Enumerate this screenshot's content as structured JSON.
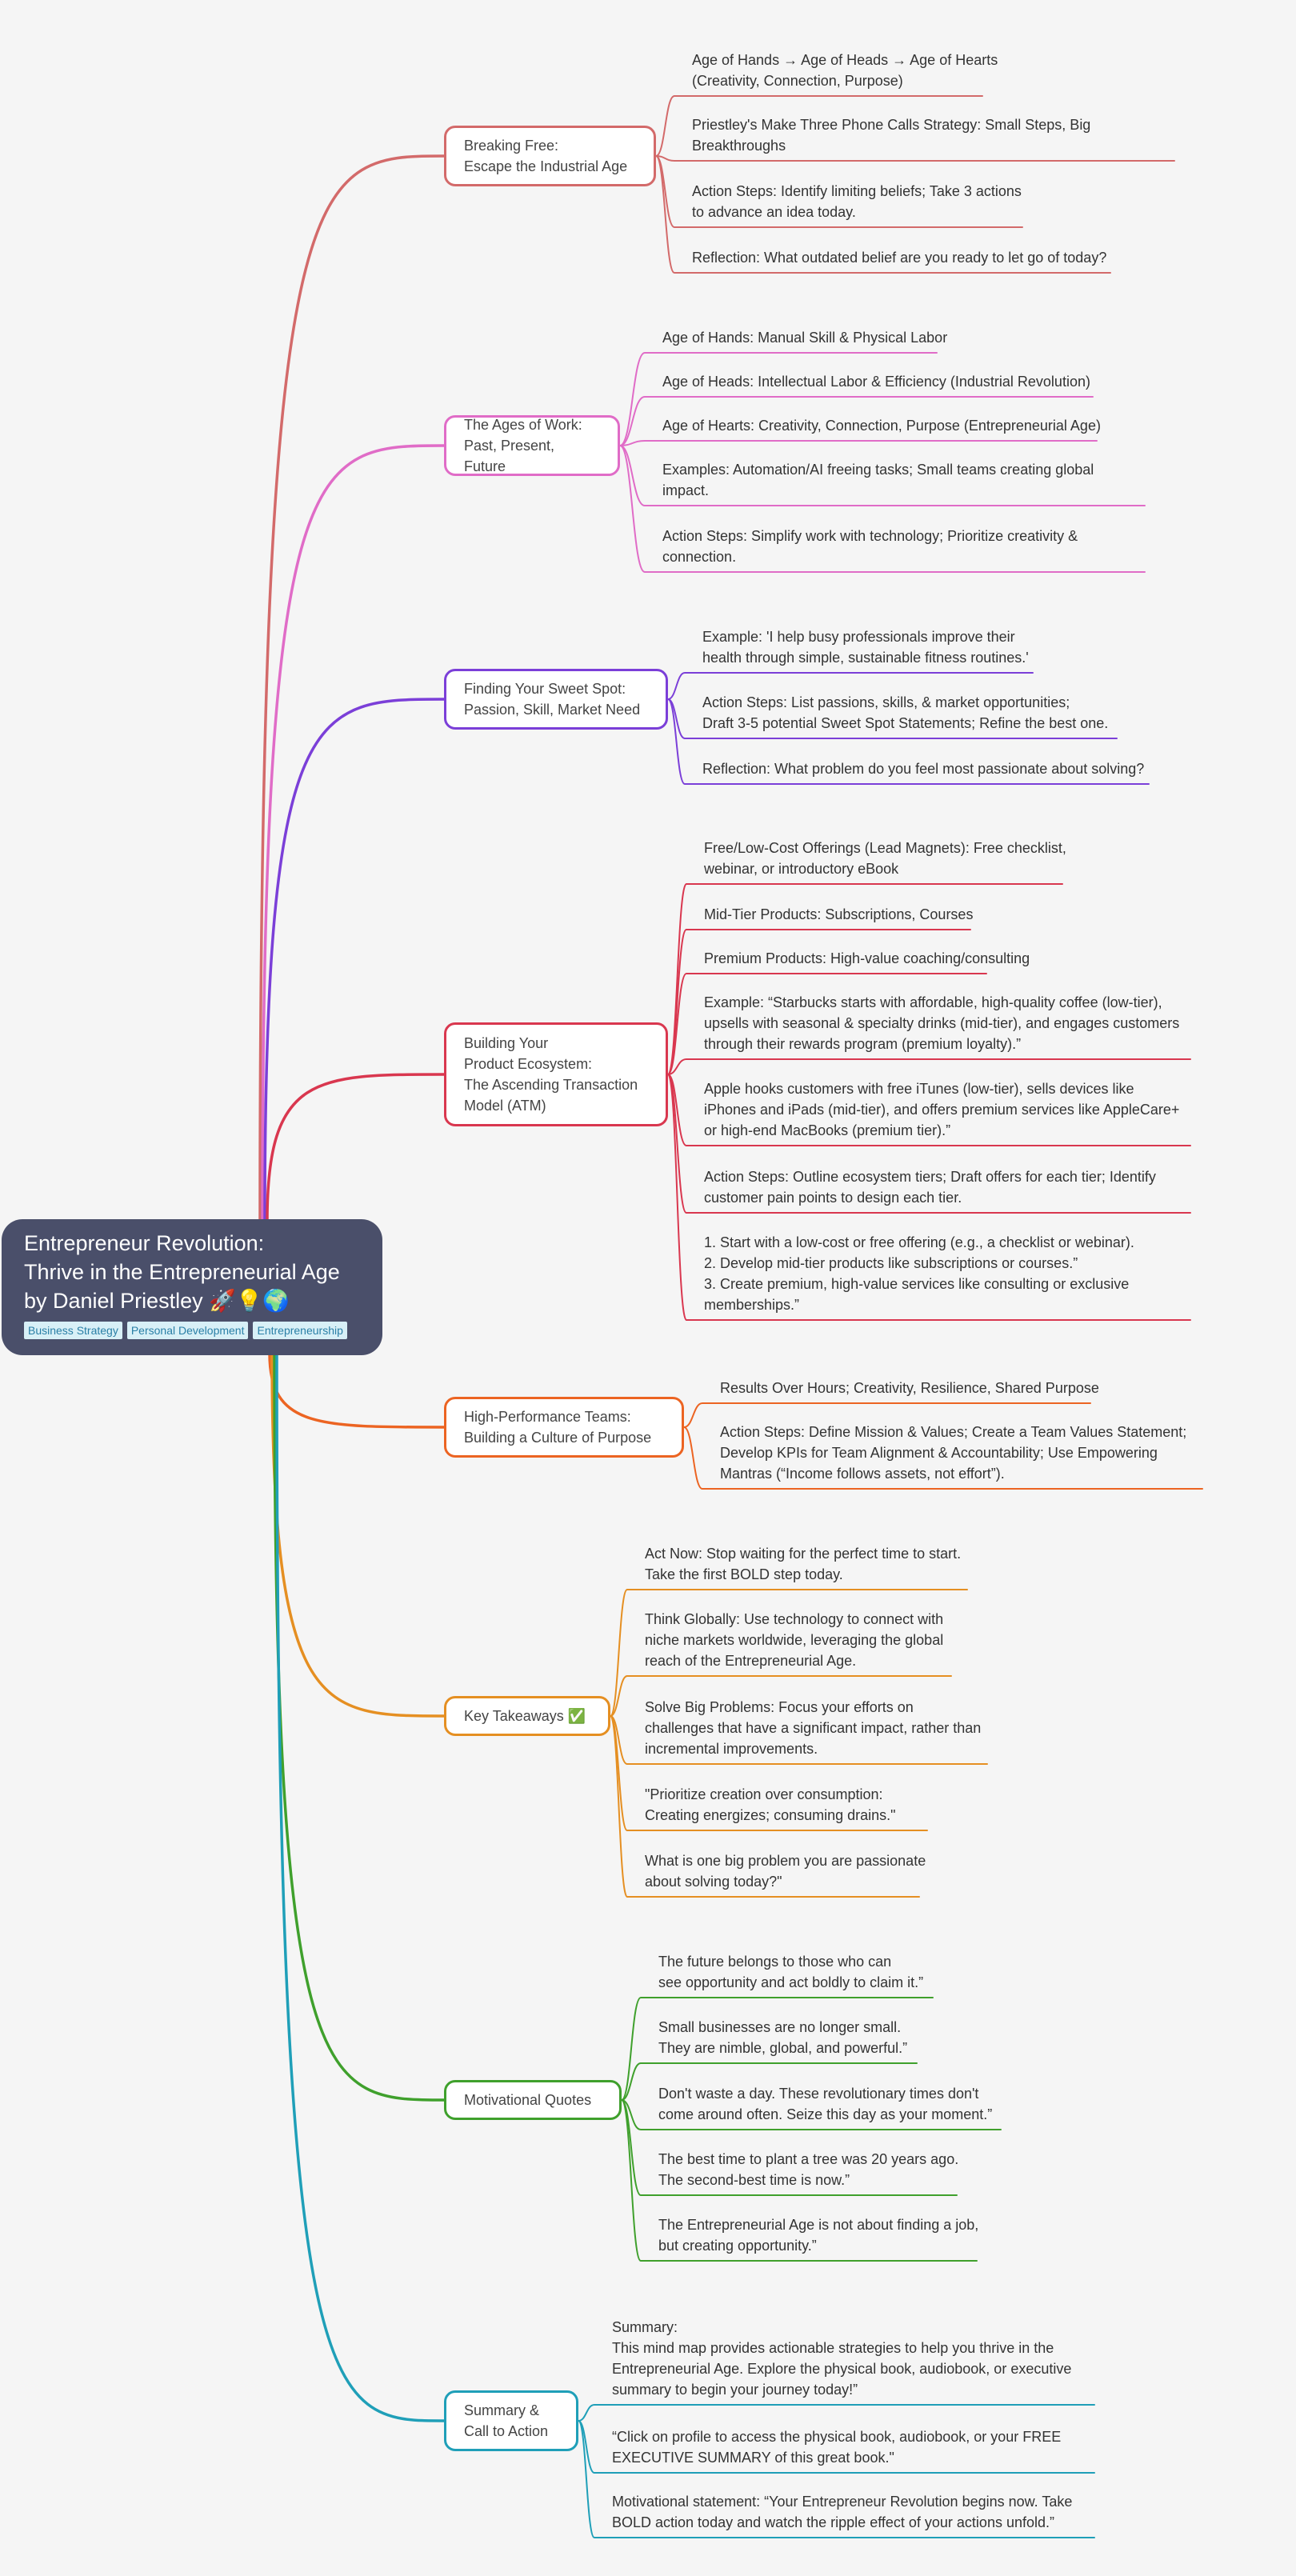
{
  "root": {
    "title": "Entrepreneur Revolution:\nThrive in the Entrepreneurial Age\nby Daniel Priestley 🚀💡🌍",
    "tags": [
      "Business Strategy",
      "Personal Development",
      "Entrepreneurship"
    ]
  },
  "colors": {
    "b0": "#d36a6a",
    "b1": "#e06cc7",
    "b2": "#7b3fd8",
    "b3": "#d9374f",
    "b4": "#ec6422",
    "b5": "#e58f22",
    "b6": "#3fa02c",
    "b7": "#1f9fb8"
  },
  "branches": [
    {
      "label": "Breaking Free:\nEscape the Industrial Age",
      "children": [
        "Age of Hands → Age of Heads → Age of Hearts\n(Creativity, Connection, Purpose)",
        "Priestley's Make Three Phone Calls Strategy: Small Steps, Big\nBreakthroughs",
        "Action Steps: Identify limiting beliefs; Take 3 actions\nto advance an idea today.",
        "Reflection: What outdated belief are you ready to let go of today?"
      ]
    },
    {
      "label": "The Ages of Work:\nPast, Present, Future",
      "children": [
        "Age of Hands: Manual Skill & Physical Labor",
        "Age of Heads: Intellectual Labor & Efficiency (Industrial Revolution)",
        "Age of Hearts: Creativity, Connection, Purpose (Entrepreneurial Age)",
        "Examples: Automation/AI freeing tasks; Small teams creating global\nimpact.",
        "Action Steps: Simplify work with technology; Prioritize creativity &\nconnection."
      ]
    },
    {
      "label": "Finding Your Sweet Spot:\nPassion, Skill, Market Need",
      "children": [
        "Example: 'I help busy professionals improve their\nhealth through simple, sustainable fitness routines.'",
        "Action Steps: List passions, skills, & market opportunities;\nDraft 3-5 potential Sweet Spot Statements; Refine the best one.",
        "Reflection: What problem do you feel most passionate about solving?"
      ]
    },
    {
      "label": "Building Your\nProduct Ecosystem:\nThe Ascending Transaction\nModel (ATM)",
      "children": [
        "Free/Low-Cost Offerings (Lead Magnets): Free checklist,\nwebinar, or introductory eBook",
        "Mid-Tier Products: Subscriptions, Courses",
        "Premium Products: High-value coaching/consulting",
        "Example:   “Starbucks starts with affordable, high-quality coffee (low-tier),\nupsells with seasonal & specialty drinks (mid-tier), and engages customers\nthrough their rewards program (premium loyalty).”",
        "Apple hooks customers with free iTunes (low-tier), sells devices like\niPhones and iPads (mid-tier), and offers premium services like AppleCare+\nor high-end MacBooks (premium tier).”",
        "Action Steps: Outline ecosystem tiers; Draft offers for each tier; Identify\ncustomer pain points to design each tier.",
        "1. Start with a low-cost or free offering (e.g., a checklist or webinar).\n2. Develop mid-tier products like subscriptions or courses.”\n3. Create premium, high-value services like consulting or exclusive\nmemberships.”"
      ]
    },
    {
      "label": "High-Performance Teams:\nBuilding a Culture of Purpose",
      "children": [
        "Results Over Hours; Creativity, Resilience, Shared Purpose",
        "Action Steps: Define Mission & Values; Create a Team Values Statement;\nDevelop KPIs for Team Alignment & Accountability; Use Empowering\nMantras (“Income follows assets, not effort”)."
      ]
    },
    {
      "label": "Key Takeaways ✅",
      "children": [
        "Act Now: Stop waiting for the perfect time to start.\nTake the first BOLD step today.",
        "Think Globally: Use technology to connect with\nniche markets worldwide, leveraging the global\nreach of the Entrepreneurial Age.",
        "Solve Big Problems: Focus your efforts on\nchallenges that have a significant impact, rather than\nincremental improvements.",
        "\"Prioritize creation over consumption:\nCreating energizes; consuming drains.\"",
        "What is one big problem you are passionate\n about solving today?\""
      ]
    },
    {
      "label": "Motivational Quotes",
      "children": [
        "The future belongs to those who can\nsee opportunity and act boldly to claim it.”",
        "Small businesses are no longer small.\nThey are nimble, global, and powerful.”",
        "Don't waste a day. These revolutionary times don't\ncome around often. Seize this day as your moment.”",
        "The best time to plant a tree was 20 years ago.\nThe second-best time is now.”",
        "The Entrepreneurial Age is not about finding a job,\n but creating opportunity.”"
      ]
    },
    {
      "label": "Summary &\nCall to Action",
      "children": [
        "Summary:\nThis mind map provides actionable strategies to help you thrive in the\nEntrepreneurial Age. Explore the physical book, audiobook, or executive\nsummary to begin your journey today!”",
        "“Click on profile to access the physical book, audiobook, or your FREE\nEXECUTIVE SUMMARY of this great book.\"",
        "Motivational statement:   “Your Entrepreneur Revolution begins now. Take\nBOLD action  today and watch the ripple effect of your actions unfold.”"
      ]
    }
  ]
}
